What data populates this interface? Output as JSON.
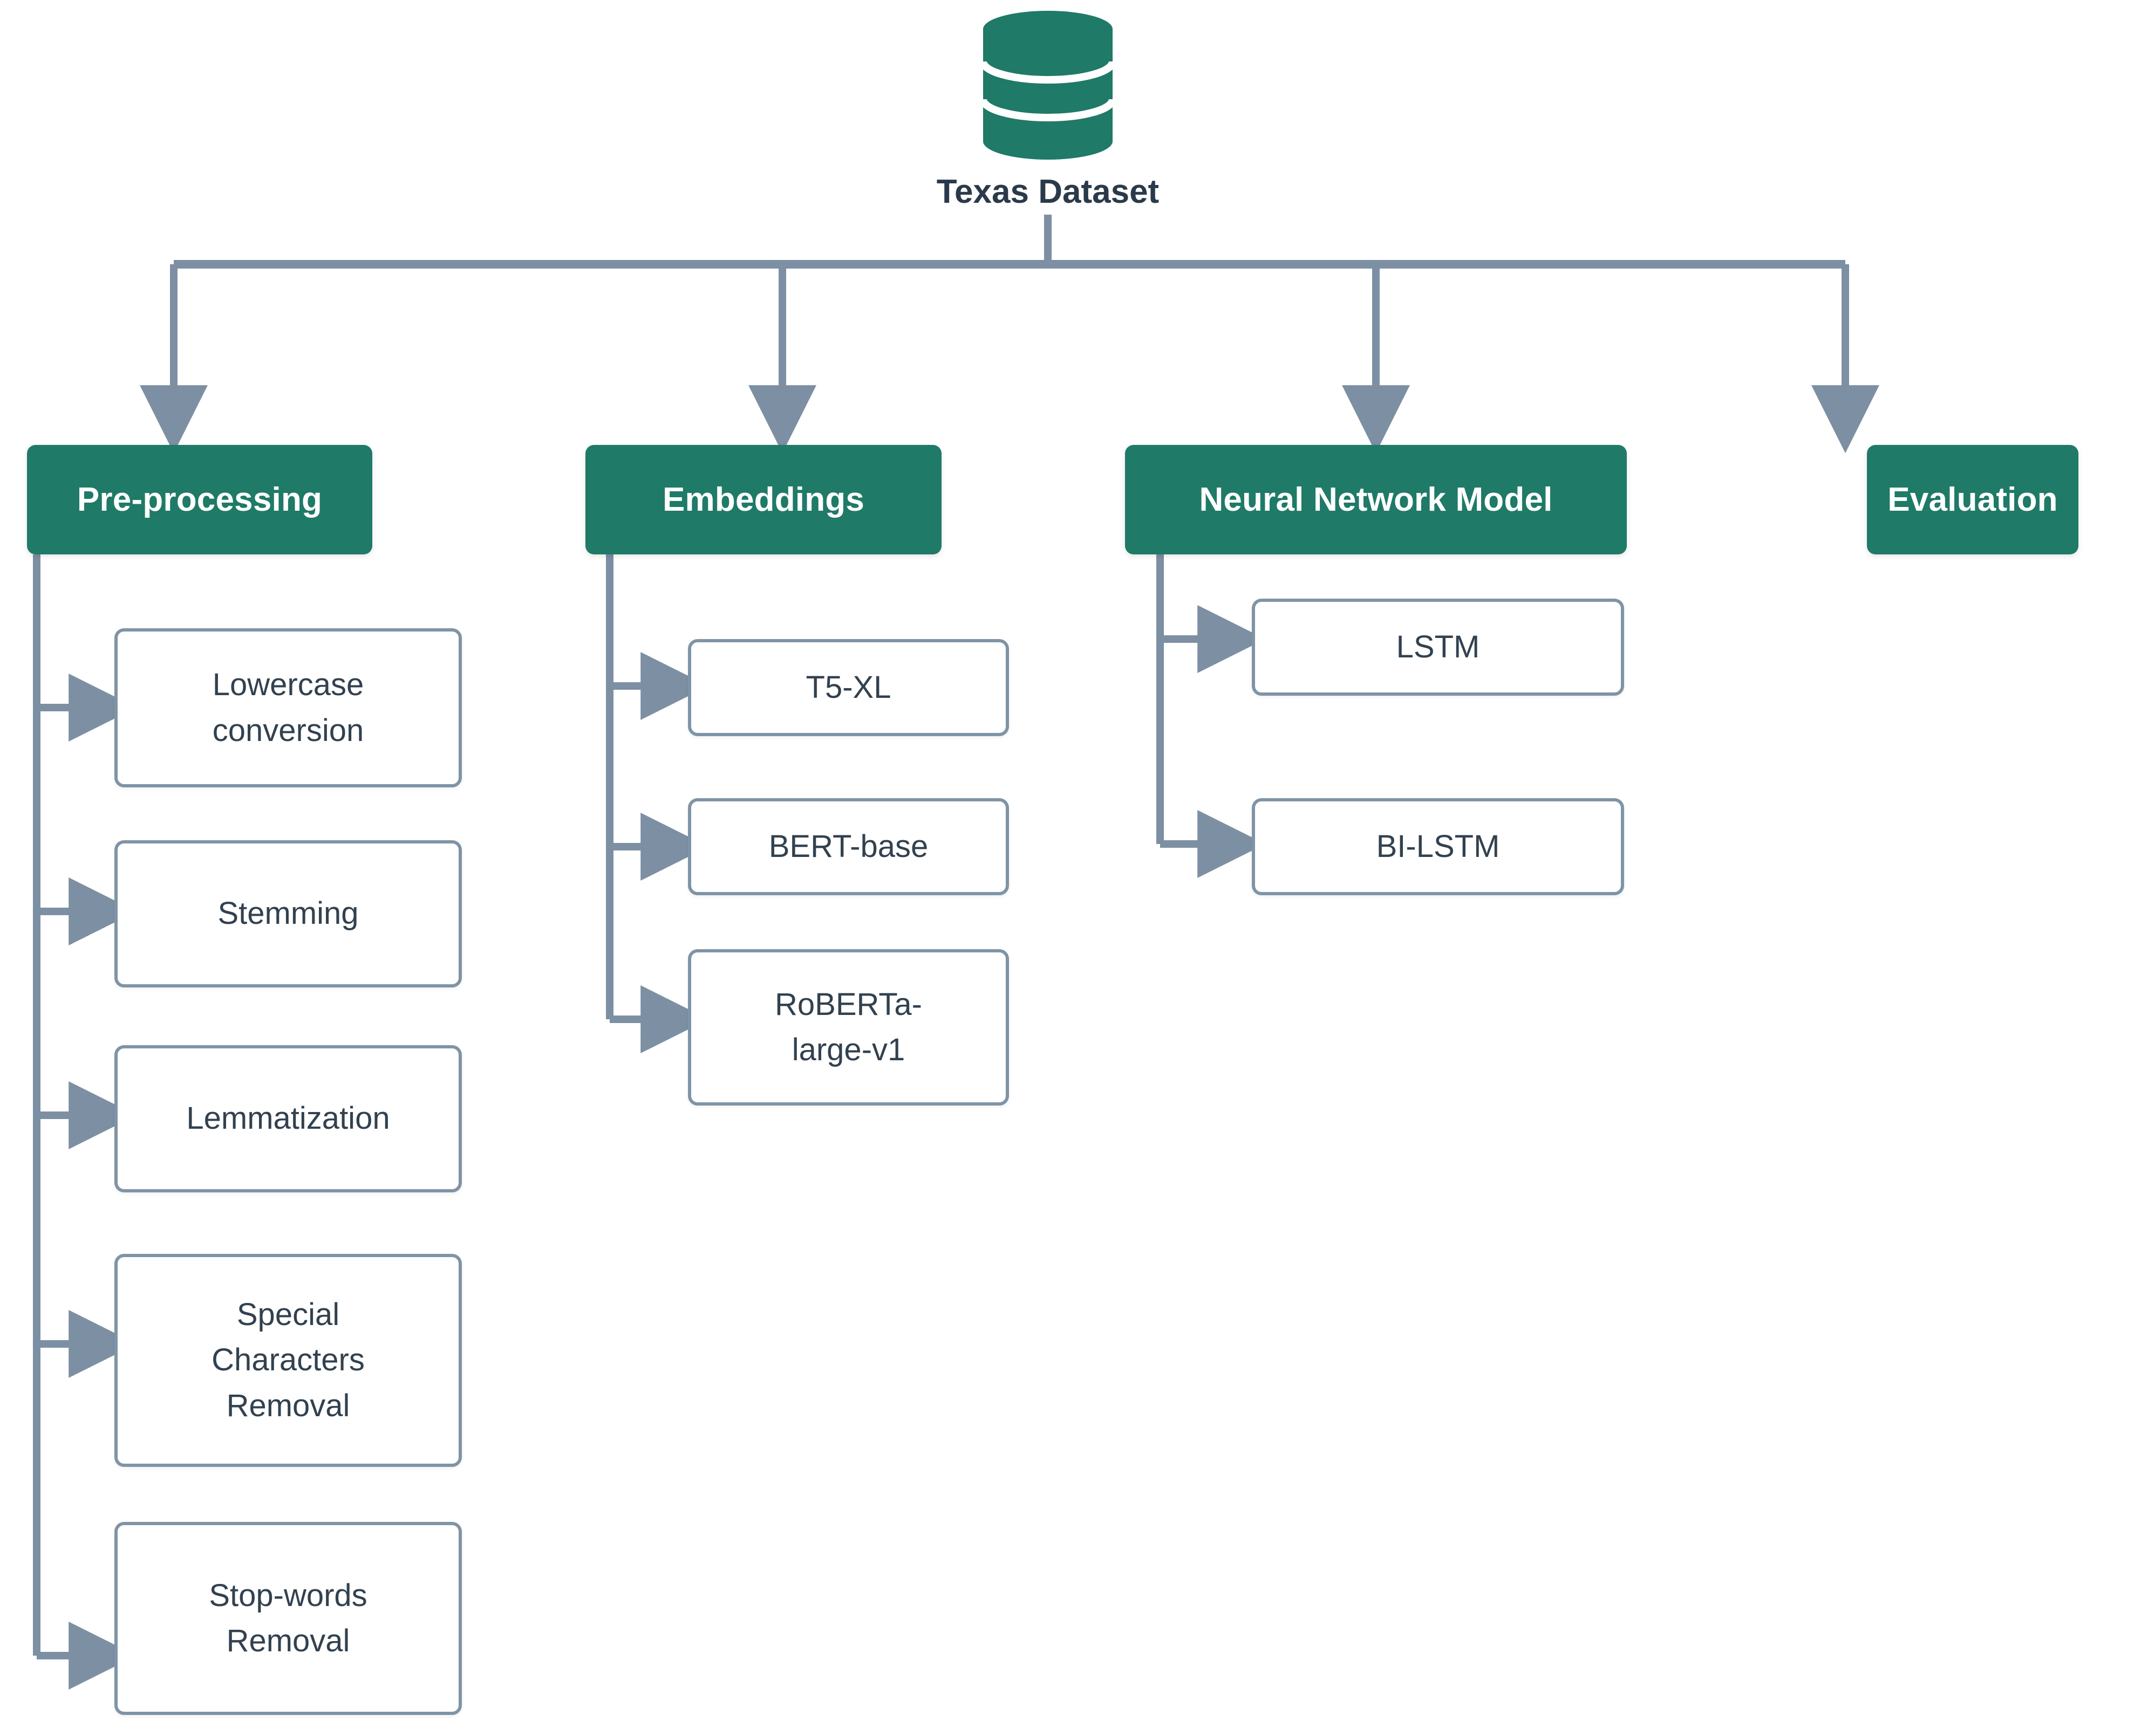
{
  "diagram": {
    "title": "Texas Dataset pipeline flowchart",
    "colors": {
      "stage_fill": "#1f7a67",
      "stage_text": "#ffffff",
      "leaf_border": "#7f94a6",
      "leaf_text": "#32414f",
      "connector": "#7d8fa3",
      "root_label_text": "#2b3a4a",
      "background": "#ffffff"
    },
    "root": {
      "label": "Texas Dataset",
      "icon": "database-cylinder-icon"
    },
    "stages": [
      {
        "id": "pre-processing",
        "label": "Pre-processing",
        "children": [
          {
            "id": "lowercase-conversion",
            "lines": [
              "Lowercase",
              "conversion"
            ]
          },
          {
            "id": "stemming",
            "lines": [
              "Stemming"
            ]
          },
          {
            "id": "lemmatization",
            "lines": [
              "Lemmatization"
            ]
          },
          {
            "id": "special-characters-removal",
            "lines": [
              "Special",
              "Characters",
              "Removal"
            ]
          },
          {
            "id": "stop-words-removal",
            "lines": [
              "Stop-words",
              "Removal"
            ]
          }
        ]
      },
      {
        "id": "embeddings",
        "label": "Embeddings",
        "children": [
          {
            "id": "t5-xl",
            "lines": [
              "T5-XL"
            ]
          },
          {
            "id": "bert-base",
            "lines": [
              "BERT-base"
            ]
          },
          {
            "id": "roberta-large-v1",
            "lines": [
              "RoBERTa-",
              "large-v1"
            ]
          }
        ]
      },
      {
        "id": "neural-network-model",
        "label": "Neural Network Model",
        "children": [
          {
            "id": "lstm",
            "lines": [
              "LSTM"
            ]
          },
          {
            "id": "bi-lstm",
            "lines": [
              "BI-LSTM"
            ]
          }
        ]
      },
      {
        "id": "evaluation",
        "label": "Evaluation",
        "children": []
      }
    ]
  }
}
